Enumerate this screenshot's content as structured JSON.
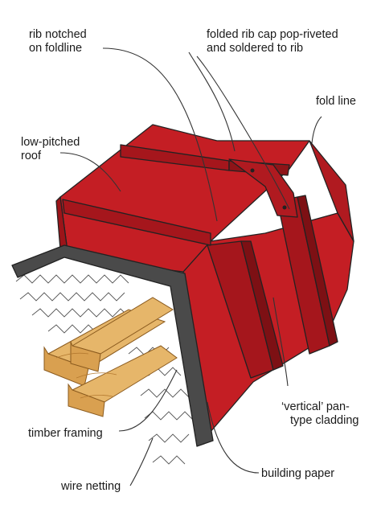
{
  "labels": {
    "rib_notched_1": "rib notched",
    "rib_notched_2": "on foldline",
    "rib_cap_1": "folded rib cap pop-riveted",
    "rib_cap_2": "and soldered to rib",
    "fold_line": "fold line",
    "low_pitched_1": "low-pitched",
    "low_pitched_2": "roof",
    "vertical_1": "‘vertical’ pan-",
    "vertical_2": "type cladding",
    "timber_framing": "timber framing",
    "building_paper": "building paper",
    "wire_netting": "wire netting"
  },
  "colors": {
    "cladding_red": "#c41e24",
    "cladding_dark": "#8e1418",
    "rib_red": "#a5161c",
    "building_paper": "#4a4a4a",
    "timber": "#e6b66a",
    "timber_dark": "#c48d3c"
  }
}
